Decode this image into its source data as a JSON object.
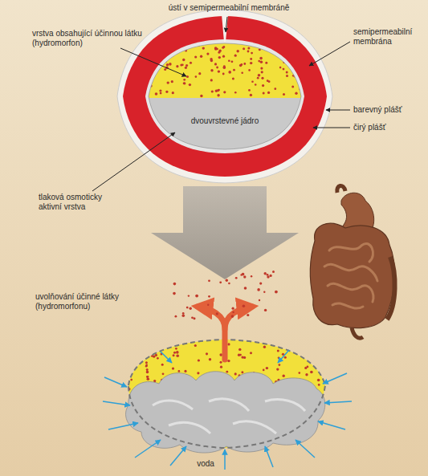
{
  "diagram": {
    "labels": [
      "ústí v semipermeabilní membráně",
      "vrstva obsahující účinnou látku (hydromorfon)",
      "semipermeabilní membrána",
      "barevný plášť",
      "dvouvrstevné jádro",
      "čirý plášť",
      "tlaková osmoticky aktivní vrstva",
      "uvolňování účinné látky (hydromorfonu)",
      "voda"
    ]
  }
}
